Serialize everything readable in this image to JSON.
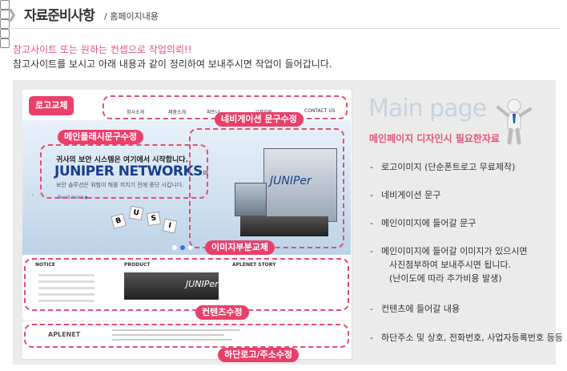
{
  "header": {
    "title": "자료준비사항",
    "subtitle": "/ 홈페이지내용"
  },
  "intro": {
    "line1": "참고사이트 또는 원하는 컨셉으로 작업의뢰!!",
    "line2": "참고사이트를 보시고 아래 내용과 같이 정리하여 보내주시면 작업이 들어갑니다."
  },
  "mockup": {
    "nav_items": [
      "회사소개",
      "제품소개",
      "파트너",
      "고객지원",
      "CONTACT US"
    ],
    "banner": {
      "tagline": "귀사의 보안 시스템은 여기에서 시작합니다.",
      "brand": "JUNIPER NETWORKS",
      "brand_suffix": "의",
      "desc": "보안 솔루션은 위험이 해를 끼치기 전에 중단 시킵니다.",
      "more": "Read more ▶",
      "product_logo": "JUNIPer"
    },
    "content": {
      "notice_title": "NOTICE",
      "product_title": "PRODUCT",
      "story_title": "APLENET STORY",
      "product_logo": "JUNIPer"
    },
    "footer": {
      "logo": "APLENET"
    }
  },
  "labels": {
    "logo": "로고교체",
    "nav": "네비게이션 문구수정",
    "flash": "메인플래시문구수정",
    "image": "이미지부분교체",
    "contents": "컨텐츠수정",
    "footer": "하단로고/주소수정"
  },
  "side": {
    "title": "Main page",
    "subtitle": "메인페이지 디자인시 필요한자료",
    "items": [
      "로고이미지 (단순폰트로고 무료제작)",
      "네비게이션 문구",
      "메인이미지에 들어갈 문구",
      "메인이미지에 들어갈 이미지가 있으시면",
      "사진첨부하여 보내주시면 됩니다.",
      "(난이도에 따라 추가비용 발생)",
      "컨텐츠에 들어갈 내용",
      "하단주소 및 상호, 전화번호, 사업자등록번호 등등"
    ]
  },
  "colors": {
    "accent": "#e8406a",
    "title_gray": "#c9d3de"
  }
}
